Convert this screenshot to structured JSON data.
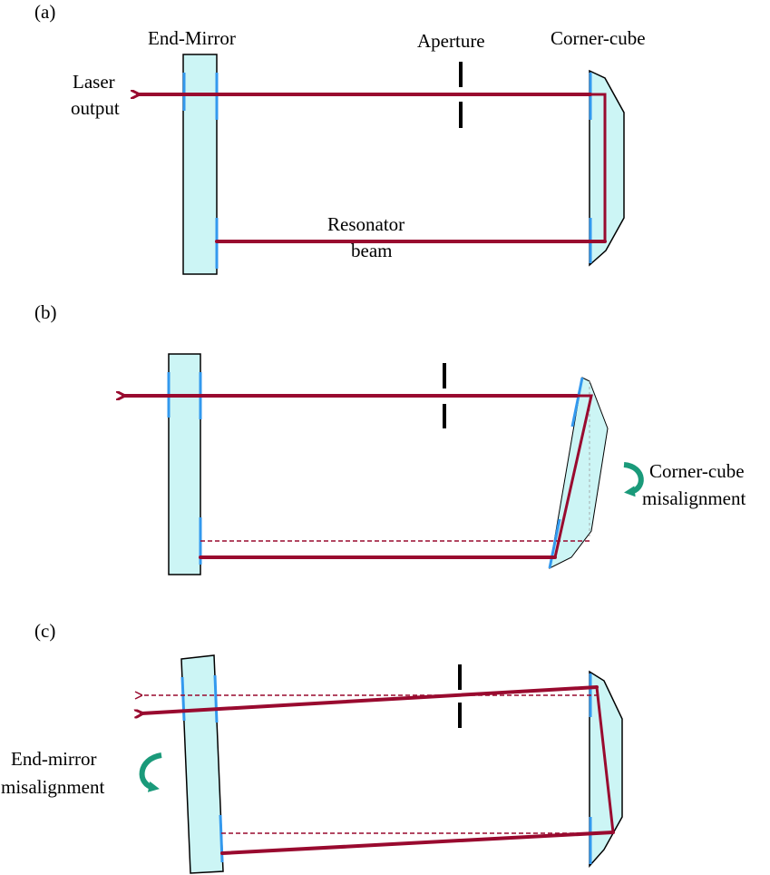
{
  "colors": {
    "beam": "#990a2f",
    "glass": "#ccf5f5",
    "coating": "#3399ee",
    "rotation_arrow": "#1a9a7a"
  },
  "panel_a": {
    "tag": "(a)",
    "end_mirror_label": "End-Mirror",
    "aperture_label": "Aperture",
    "corner_cube_label": "Corner-cube",
    "laser_output_line1": "Laser",
    "laser_output_line2": "output",
    "resonator_beam_line1": "Resonator",
    "resonator_beam_line2": "beam"
  },
  "panel_b": {
    "tag": "(b)",
    "misalignment_line1": "Corner-cube",
    "misalignment_line2": "misalignment"
  },
  "panel_c": {
    "tag": "(c)",
    "misalignment_line1": "End-mirror",
    "misalignment_line2": "misalignment"
  }
}
